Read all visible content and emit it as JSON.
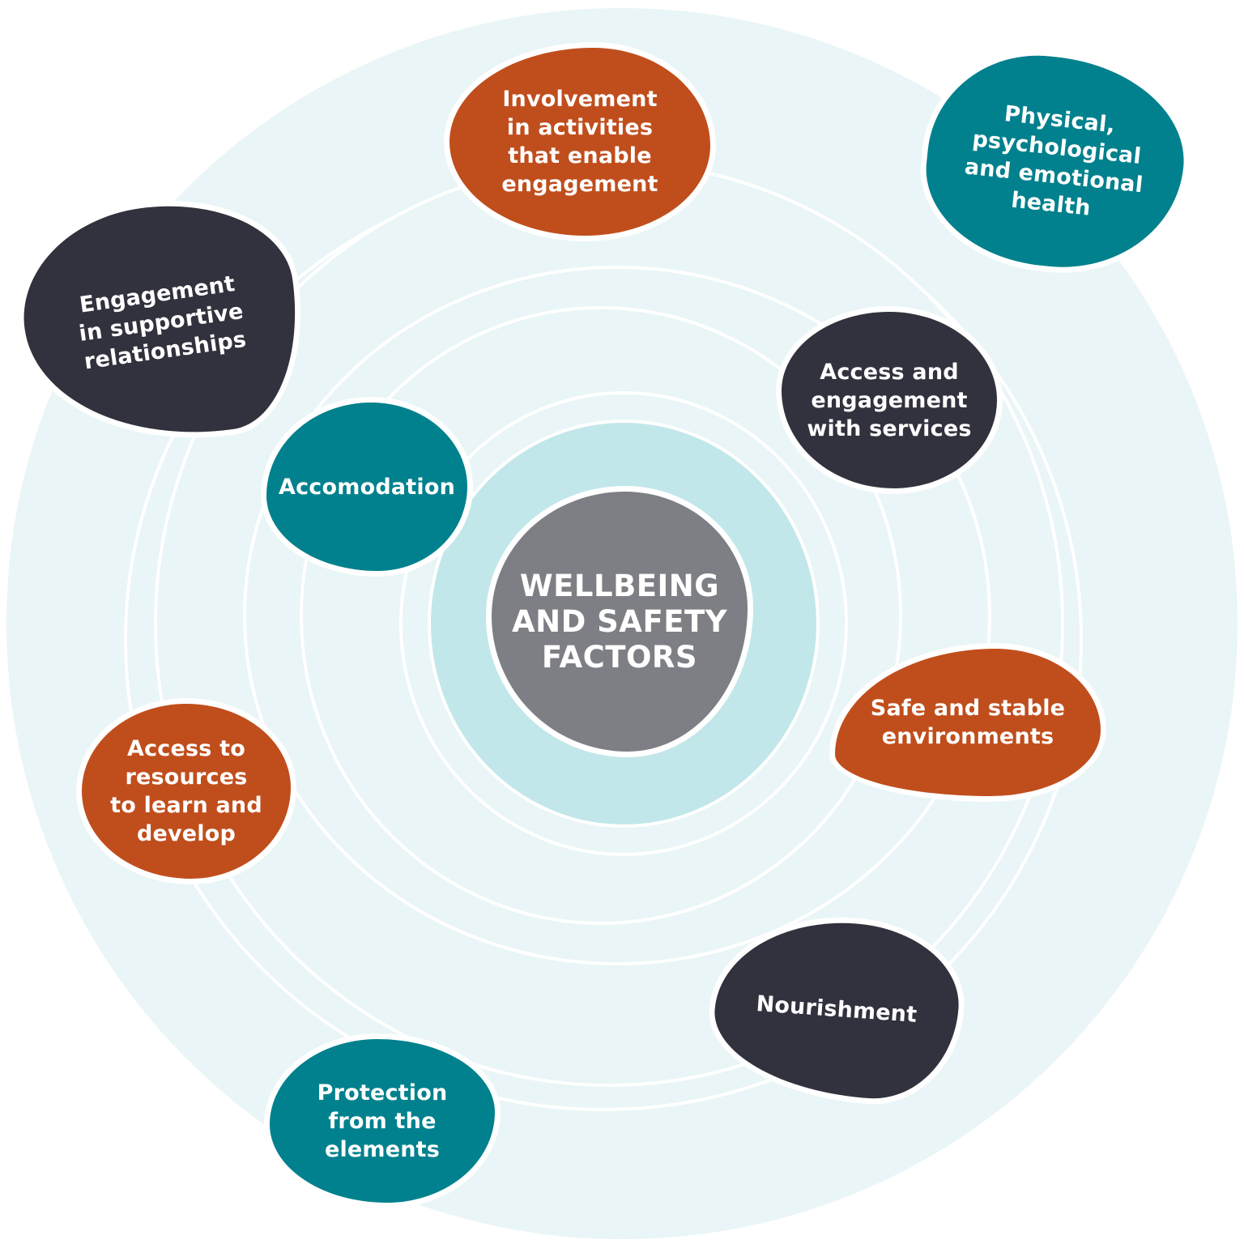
{
  "colors": {
    "orange": "#c04e1c",
    "teal": "#00818d",
    "dark": "#31323d",
    "gray": "#7e7f85",
    "ring_fill_light": "#e9f5f6",
    "ring_fill_dark": "#c2e7ea",
    "ring_stroke": "#ffffff"
  },
  "center": {
    "text": "WELLBEING\nAND SAFETY\nFACTORS",
    "color": "gray"
  },
  "factors": [
    {
      "id": "involvement-in-activities",
      "text": "Involvement\nin activities\nthat enable\nengagement",
      "color": "orange"
    },
    {
      "id": "physical-psychological-emotional-health",
      "text": "Physical,\npsychological\nand emotional\nhealth",
      "color": "teal"
    },
    {
      "id": "engagement-in-supportive-relationships",
      "text": "Engagement\nin supportive\nrelationships",
      "color": "dark"
    },
    {
      "id": "access-and-engagement-with-services",
      "text": "Access and\nengagement\nwith services",
      "color": "dark"
    },
    {
      "id": "accomodation",
      "text": "Accomodation",
      "color": "teal"
    },
    {
      "id": "safe-and-stable-environments",
      "text": "Safe and stable\nenvironments",
      "color": "orange"
    },
    {
      "id": "access-to-resources",
      "text": "Access to\nresources\nto learn and\ndevelop",
      "color": "orange"
    },
    {
      "id": "nourishment",
      "text": "Nourishment",
      "color": "dark"
    },
    {
      "id": "protection-from-the-elements",
      "text": "Protection\nfrom the\nelements",
      "color": "teal"
    }
  ]
}
